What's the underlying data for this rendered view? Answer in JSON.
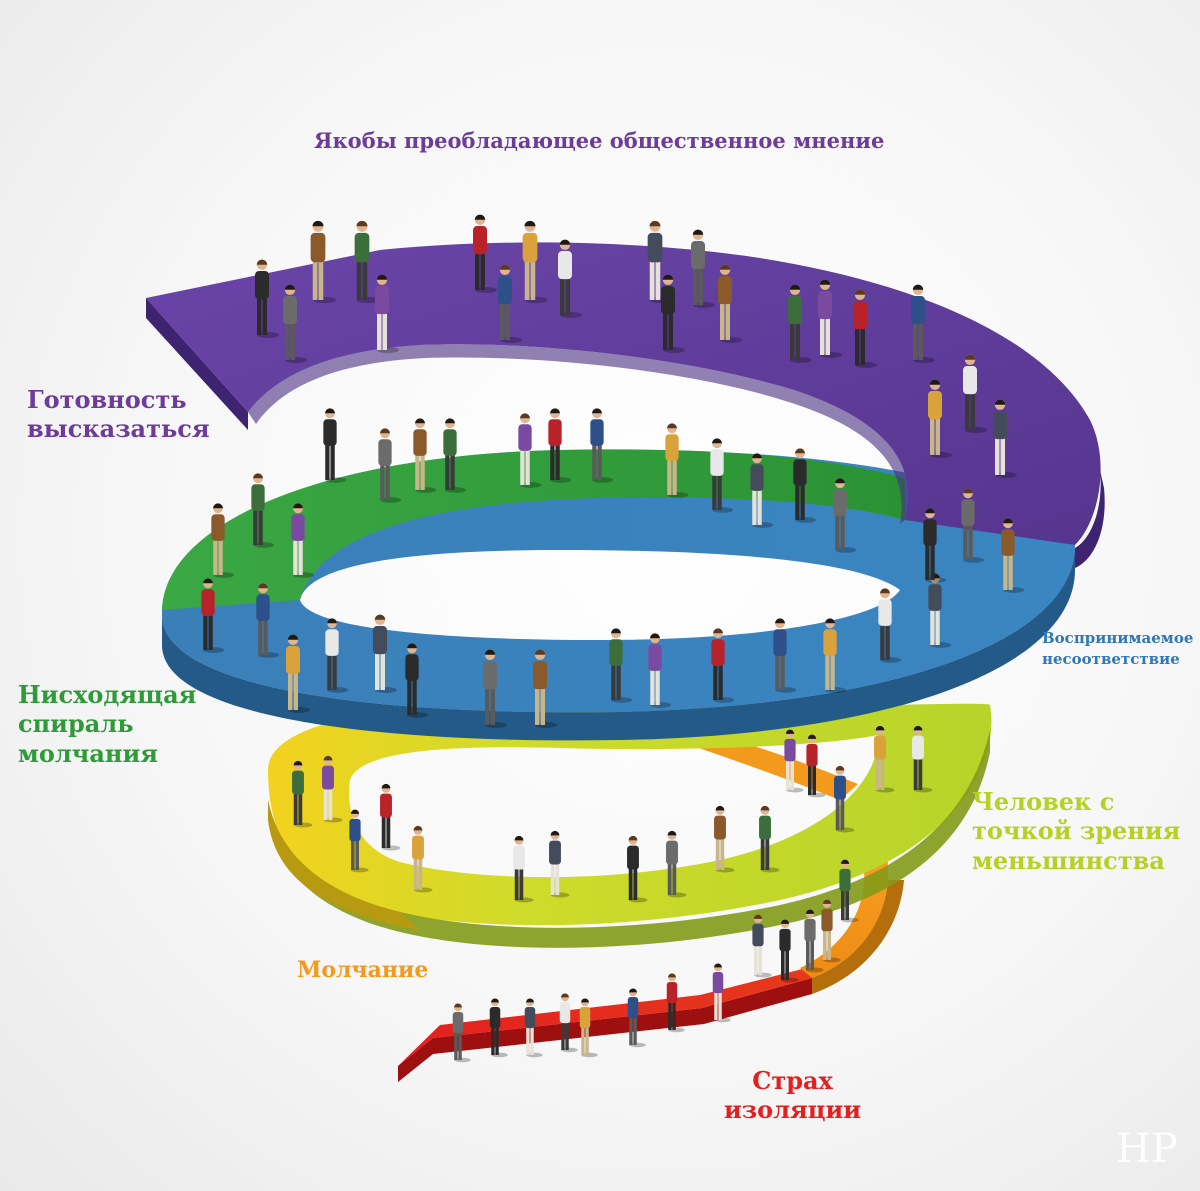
{
  "labels": {
    "title": "Якобы преобладающее общественное мнение",
    "readiness": "Готовность\nвысказаться",
    "perceived": "Воспринимаемое\nнесоответствие",
    "spiral": "Нисходящая\nспираль\nмолчания",
    "minority": "Человек с\nточкой зрения\nменьшинства",
    "silence": "Молчание",
    "fear": "Страх\nизоляции"
  },
  "colors": {
    "purple": "#5d3a9a",
    "purple_dark": "#3e2470",
    "blue": "#3b7fb8",
    "blue_dark": "#245a87",
    "green": "#2f9a3a",
    "green_dark": "#1e6e27",
    "lime": "#b7d42a",
    "lime_dark": "#839a18",
    "yellow": "#f3d21f",
    "yellow_dark": "#b89a10",
    "orange": "#f39a1c",
    "orange_dark": "#b56e0c",
    "red": "#e41f1f",
    "red_dark": "#9e1010"
  },
  "watermark": {
    "icon": "monogram-watermark-icon"
  }
}
